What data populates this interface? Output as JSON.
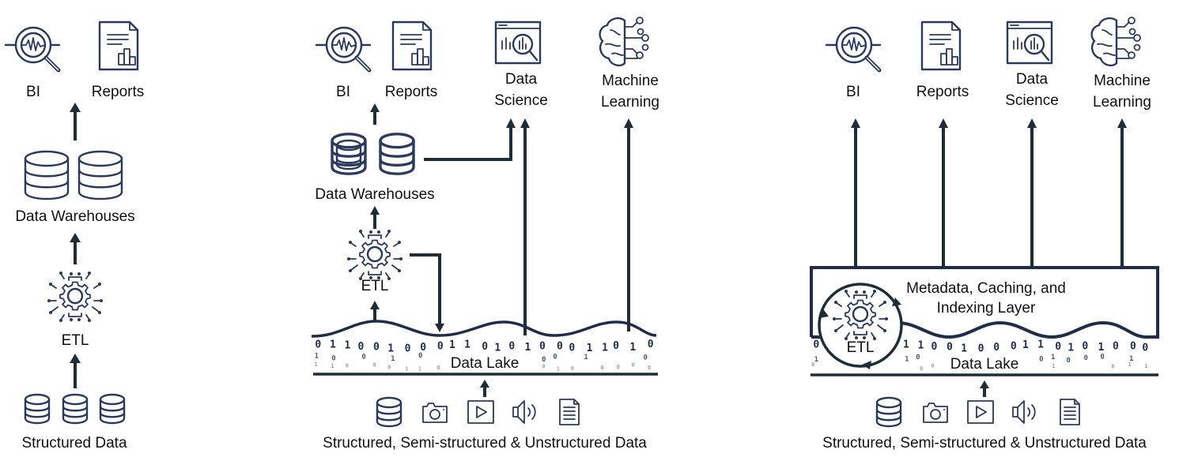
{
  "colors": {
    "icon_stroke": "#2b3a5c",
    "arrow": "#1f2d36",
    "text": "#111111",
    "background": "#ffffff"
  },
  "panels": [
    {
      "name": "data-warehouse",
      "consumers": [
        {
          "label": "BI",
          "icon": "bi-magnifier-icon"
        },
        {
          "label": "Reports",
          "icon": "report-document-icon"
        }
      ],
      "storage_label": "Data Warehouses",
      "etl_label": "ETL",
      "source_label": "Structured Data"
    },
    {
      "name": "two-tier-lake-warehouse",
      "consumers": [
        {
          "label": "BI",
          "icon": "bi-magnifier-icon"
        },
        {
          "label": "Reports",
          "icon": "report-document-icon"
        },
        {
          "label_line1": "Data",
          "label_line2": "Science",
          "icon": "data-science-icon"
        },
        {
          "label_line1": "Machine",
          "label_line2": "Learning",
          "icon": "brain-icon"
        }
      ],
      "storage_label": "Data Warehouses",
      "etl_label": "ETL",
      "lake_label": "Data Lake",
      "source_label": "Structured, Semi-structured & Unstructured Data",
      "source_icons": [
        "database-icon",
        "camera-icon",
        "video-play-icon",
        "speaker-icon",
        "document-icon"
      ]
    },
    {
      "name": "lakehouse",
      "consumers": [
        {
          "label": "BI",
          "icon": "bi-magnifier-icon"
        },
        {
          "label": "Reports",
          "icon": "report-document-icon"
        },
        {
          "label_line1": "Data",
          "label_line2": "Science",
          "icon": "data-science-icon"
        },
        {
          "label_line1": "Machine",
          "label_line2": "Learning",
          "icon": "brain-icon"
        }
      ],
      "layer_label_line1": "Metadata, Caching, and",
      "layer_label_line2": "Indexing Layer",
      "etl_label": "ETL",
      "lake_label": "Data Lake",
      "source_label": "Structured, Semi-structured & Unstructured Data",
      "source_icons": [
        "database-icon",
        "camera-icon",
        "video-play-icon",
        "speaker-icon",
        "document-icon"
      ]
    }
  ]
}
